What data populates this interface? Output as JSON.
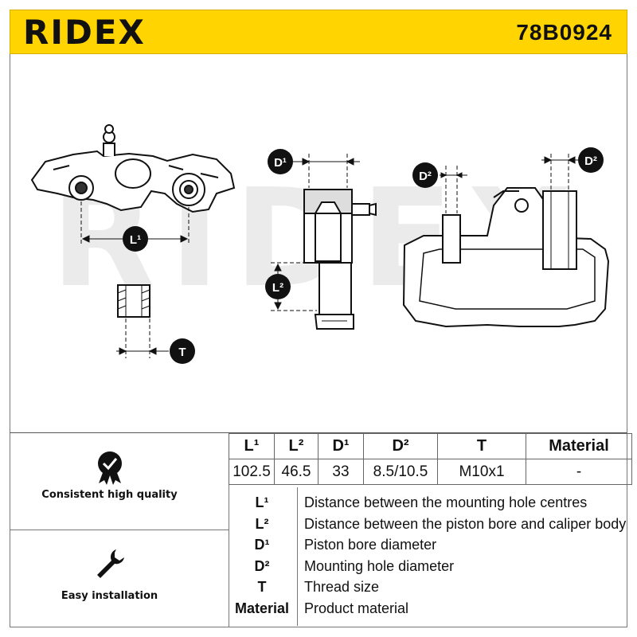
{
  "header": {
    "brand": "RIDEX",
    "part_number": "78B0924",
    "brand_color": "#ffd400"
  },
  "drawing": {
    "labels": {
      "L1": "L¹",
      "L2": "L²",
      "D1": "D¹",
      "D2": "D²",
      "T": "T"
    },
    "watermark": "RIDEX"
  },
  "badges": [
    {
      "icon": "quality-check-icon",
      "label": "Consistent high quality"
    },
    {
      "icon": "wrench-icon",
      "label": "Easy installation"
    }
  ],
  "spec_table": {
    "headers": [
      "L¹",
      "L²",
      "D¹",
      "D²",
      "T",
      "Material"
    ],
    "values": [
      "102.5",
      "46.5",
      "33",
      "8.5/10.5",
      "M10x1",
      "-"
    ]
  },
  "legend": [
    {
      "key": "L¹",
      "desc": "Distance between the mounting hole centres"
    },
    {
      "key": "L²",
      "desc": "Distance between the piston bore and caliper body"
    },
    {
      "key": "D¹",
      "desc": "Piston bore diameter"
    },
    {
      "key": "D²",
      "desc": "Mounting hole diameter"
    },
    {
      "key": "T",
      "desc": "Thread size"
    },
    {
      "key": "Material",
      "desc": "Product material"
    }
  ]
}
